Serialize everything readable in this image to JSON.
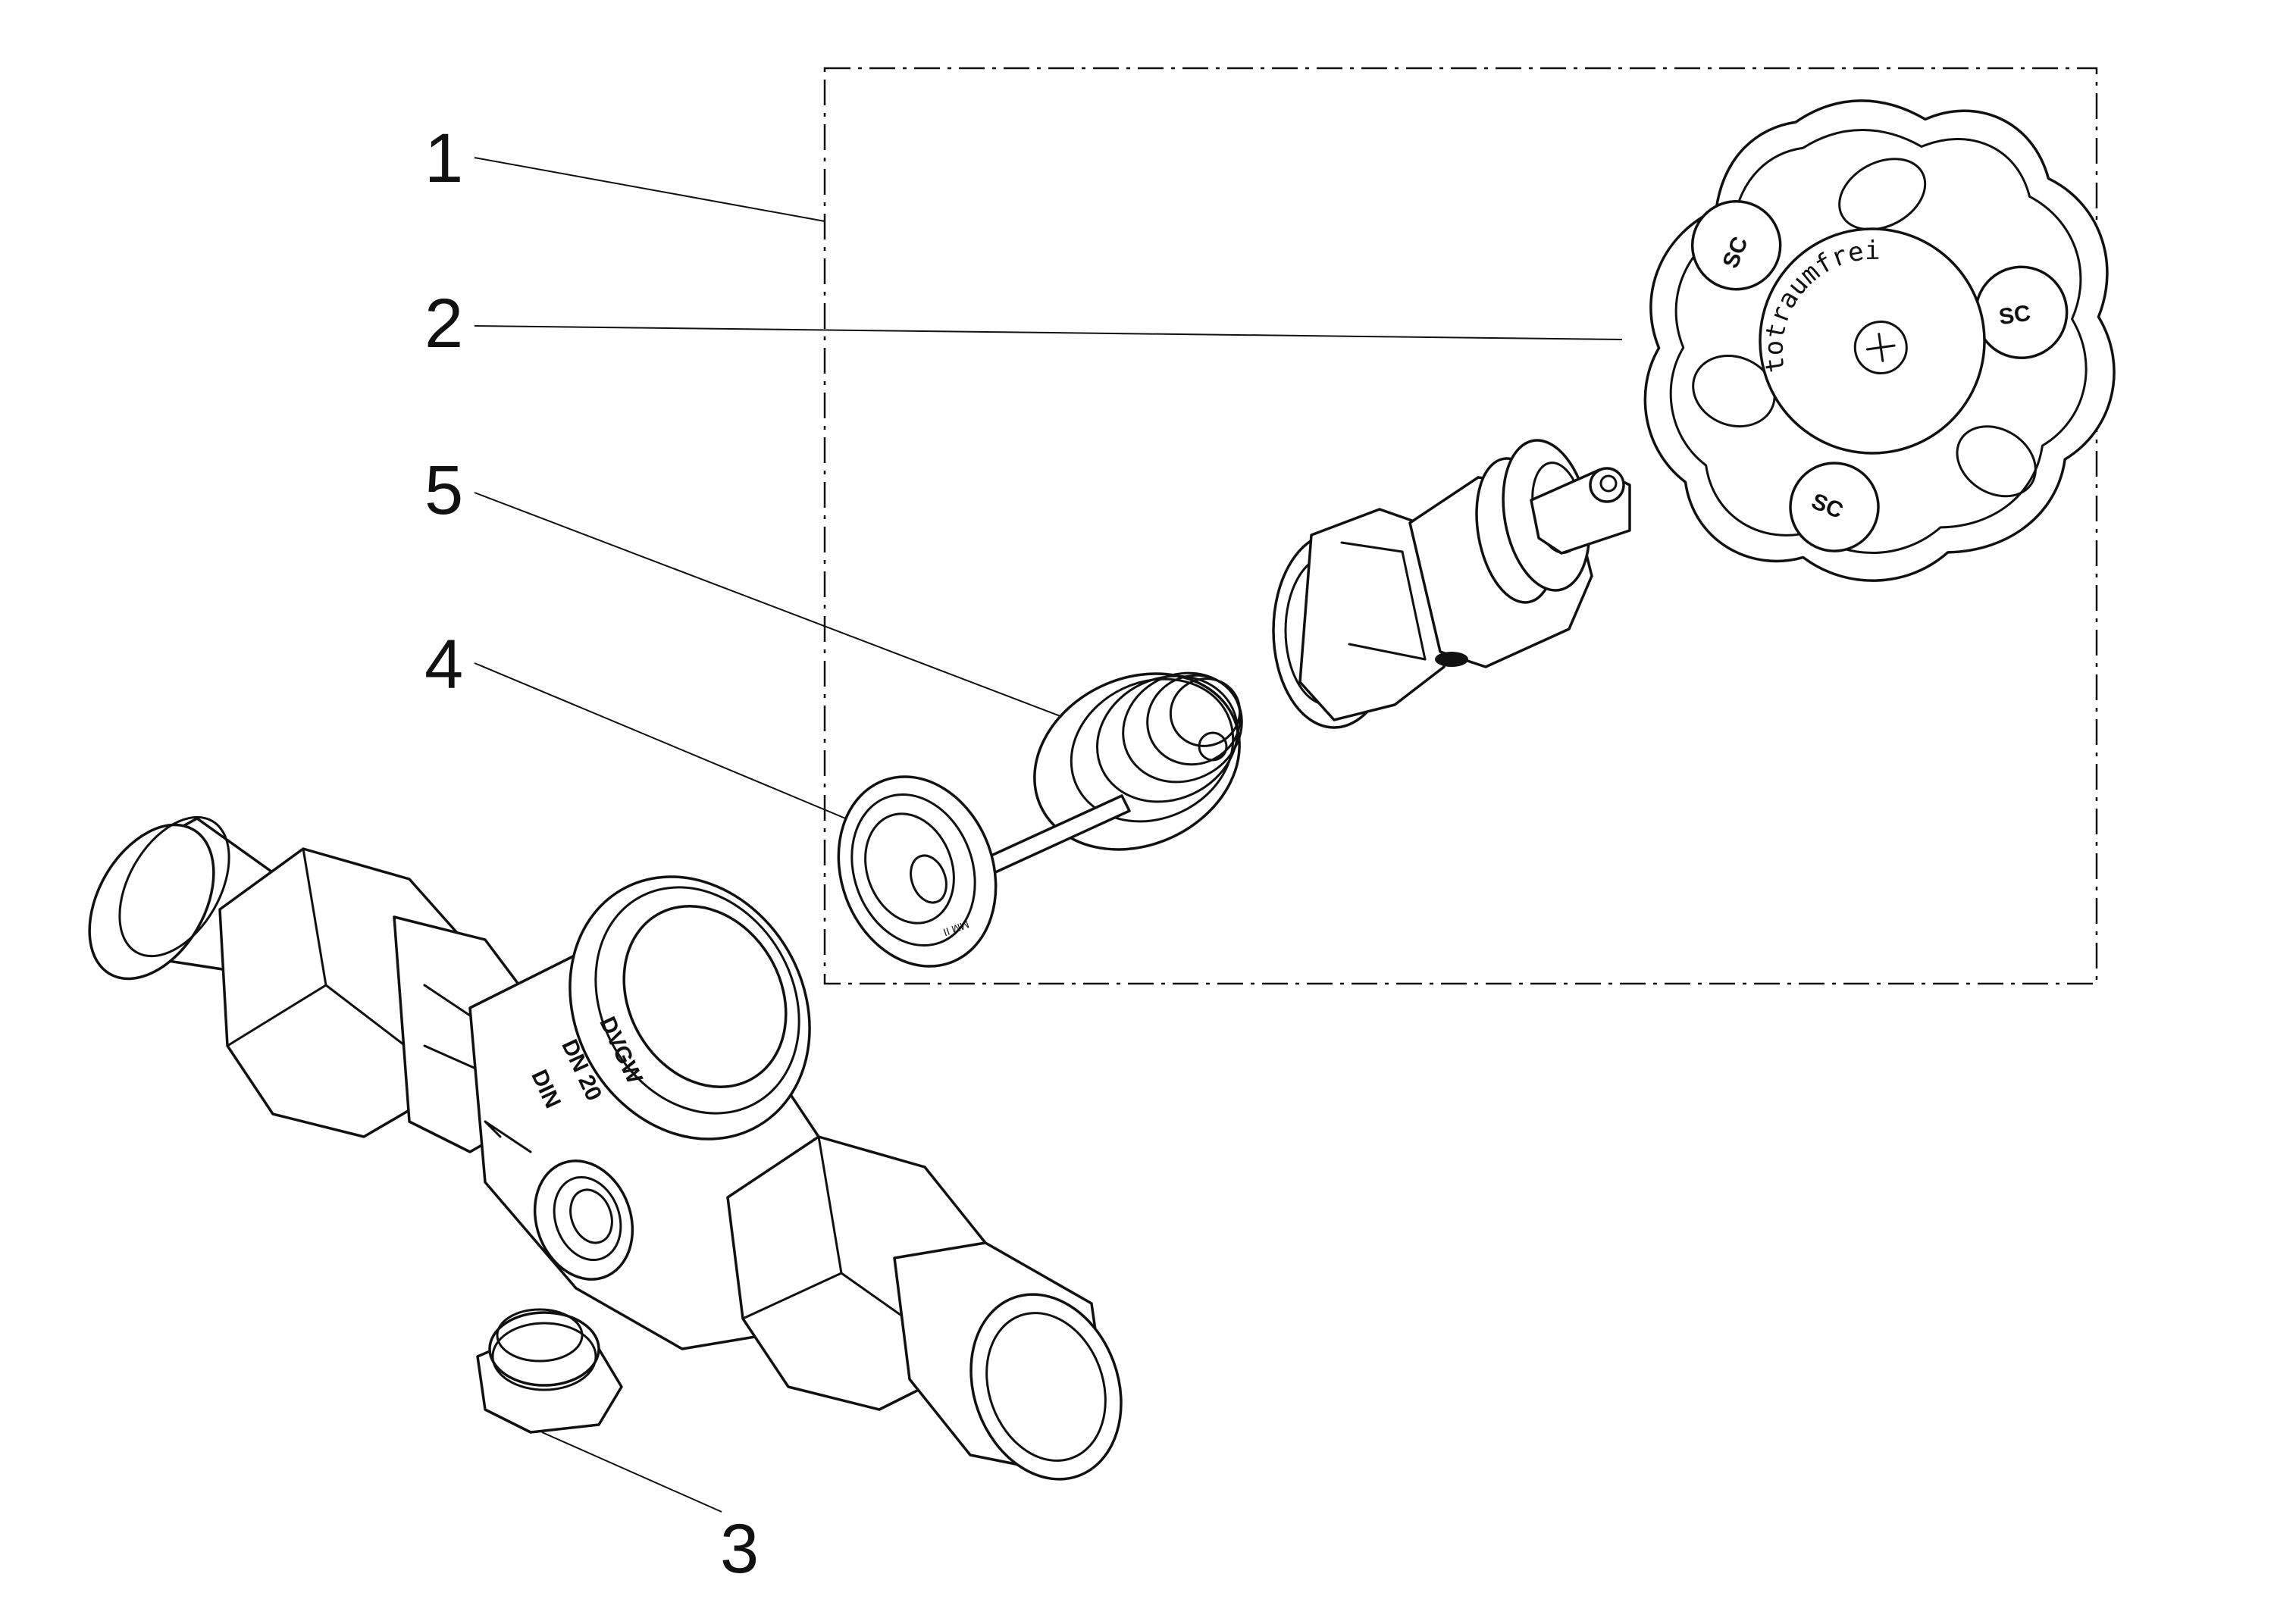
{
  "diagram": {
    "callouts": [
      {
        "id": "1",
        "label": "1"
      },
      {
        "id": "2",
        "label": "2"
      },
      {
        "id": "3",
        "label": "3"
      },
      {
        "id": "4",
        "label": "4"
      },
      {
        "id": "5",
        "label": "5"
      }
    ],
    "handwheel_text": "totraumfrei",
    "body_markings": {
      "line1": "DN 20",
      "line2": "DIN",
      "line3": "DVGW"
    },
    "seal_marking": "MM II"
  }
}
